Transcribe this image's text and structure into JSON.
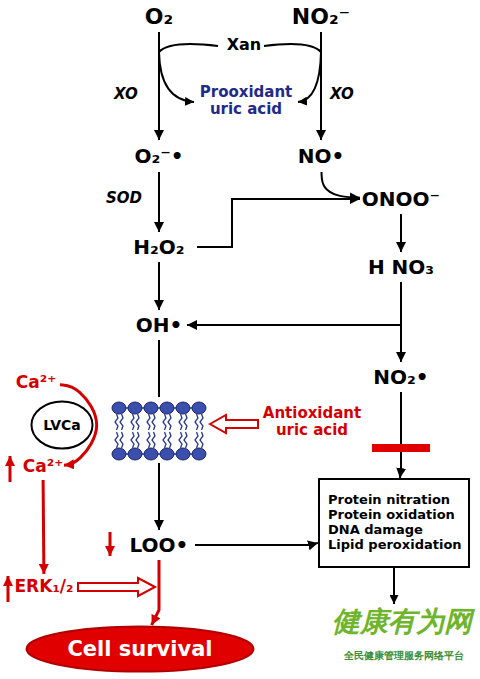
{
  "diagram": {
    "nodes": [
      {
        "text": [
          "O₂"
        ]
      },
      {
        "text": [
          "NO₂⁻"
        ]
      },
      {
        "text": [
          "O₂⁻•"
        ]
      },
      {
        "text": [
          "NO•"
        ]
      },
      {
        "text": [
          "H₂O₂"
        ]
      },
      {
        "text": [
          "ONOO⁻"
        ]
      },
      {
        "text": [
          "H NO₃"
        ]
      },
      {
        "text": [
          "OH•"
        ]
      },
      {
        "text": [
          "NO₂•"
        ]
      },
      {
        "text": [
          "Ca²⁺"
        ]
      },
      {
        "text": [
          "LVCa"
        ]
      },
      {
        "text": [
          "Ca²⁺"
        ]
      },
      {
        "text": [
          "LOO•"
        ]
      },
      {
        "text": [
          "ERK₁/₂"
        ]
      },
      {
        "text": [
          "Protein nitration",
          "Protein oxidation",
          "DNA damage",
          "Lipid peroxidation"
        ]
      },
      {
        "text": [
          "Cell survival"
        ]
      }
    ],
    "edges": [
      {
        "from": 0,
        "to": 2,
        "label": "XO",
        "arrow": "to"
      },
      {
        "from": 1,
        "to": 3,
        "label": "XO",
        "arrow": "to"
      },
      {
        "from": 2,
        "to": 4,
        "label": "SOD",
        "arrow": "to"
      },
      {
        "from": 4,
        "to": 5,
        "arrow": "to"
      },
      {
        "from": 3,
        "to": 5,
        "arrow": "to"
      },
      {
        "from": 5,
        "to": 6,
        "arrow": "to"
      },
      {
        "from": 4,
        "to": 7,
        "arrow": "to"
      },
      {
        "from": 6,
        "to": 7,
        "arrow": "to"
      },
      {
        "from": 6,
        "to": 8,
        "arrow": "to"
      },
      {
        "from": 7,
        "to": 12,
        "arrow": "to"
      },
      {
        "from": 8,
        "to": 14,
        "arrow": "to"
      },
      {
        "from": 12,
        "to": 14,
        "arrow": "to"
      },
      {
        "from": 12,
        "to": 15,
        "arrow": "to"
      },
      {
        "from": 9,
        "to": 11,
        "arrow": "to"
      },
      {
        "from": 11,
        "to": 13,
        "arrow": "to"
      }
    ],
    "labels": [
      "Xan",
      "Prooxidant uric acid",
      "Antioxidant uric acid",
      "健康有为网",
      "全民健康管理服务网络平台"
    ]
  }
}
